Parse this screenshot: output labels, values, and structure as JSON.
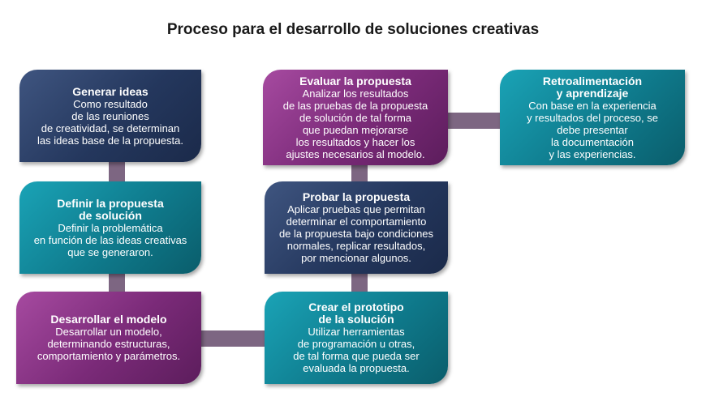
{
  "title": "Proceso para el desarrollo de soluciones creativas",
  "colors": {
    "navy": "#24375d",
    "teal": "#0f7b8d",
    "purple": "#7a2a78",
    "connector": "#7d6682"
  },
  "steps": {
    "generar": {
      "heading": [
        "Generar ideas"
      ],
      "body": [
        "Como resultado",
        "de las reuniones",
        "de creatividad, se determinan",
        "las ideas base de la propuesta."
      ]
    },
    "definir": {
      "heading": [
        "Definir la propuesta",
        "de solución"
      ],
      "body": [
        "Definir la problemática",
        "en función de las ideas creativas",
        "que se generaron."
      ]
    },
    "desarrollar": {
      "heading": [
        "Desarrollar el modelo"
      ],
      "body": [
        "Desarrollar un modelo,",
        "determinando estructuras,",
        "comportamiento y parámetros."
      ]
    },
    "crear": {
      "heading": [
        "Crear el prototipo",
        "de la solución"
      ],
      "body": [
        "Utilizar herramientas",
        "de programación u otras,",
        "de tal forma que pueda ser",
        "evaluada la propuesta."
      ]
    },
    "probar": {
      "heading": [
        "Probar la propuesta"
      ],
      "body": [
        "Aplicar pruebas que permitan",
        "determinar el comportamiento",
        "de la propuesta bajo condiciones",
        "normales, replicar resultados,",
        "por mencionar algunos."
      ]
    },
    "evaluar": {
      "heading": [
        "Evaluar la propuesta"
      ],
      "body": [
        "Analizar los resultados",
        "de las pruebas de la propuesta",
        "de solución de tal forma",
        "que puedan mejorarse",
        "los resultados y hacer los",
        "ajustes necesarios al modelo."
      ]
    },
    "retro": {
      "heading": [
        "Retroalimentación",
        "y aprendizaje"
      ],
      "body": [
        "Con base en la experiencia",
        "y resultados del proceso, se",
        "debe presentar",
        "la documentación",
        "y las experiencias."
      ]
    }
  }
}
